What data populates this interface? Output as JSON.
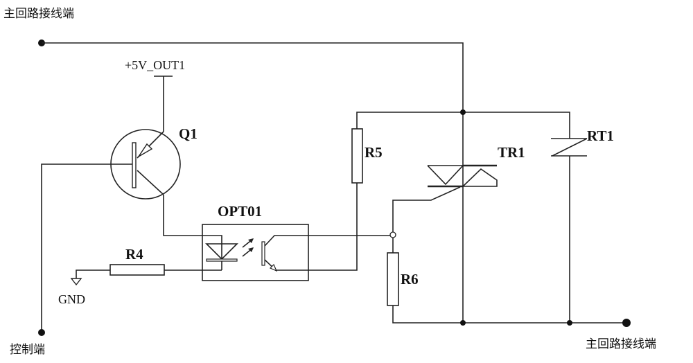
{
  "terminals": {
    "main_top": "主回路接线端",
    "main_bottom": "主回路接线端",
    "control": "控制端"
  },
  "power": {
    "supply": "+5V_OUT1",
    "ground": "GND"
  },
  "components": {
    "q1": "Q1",
    "opto": "OPT01",
    "r4": "R4",
    "r5": "R5",
    "r6": "R6",
    "triac": "TR1",
    "thermistor": "RT1"
  }
}
